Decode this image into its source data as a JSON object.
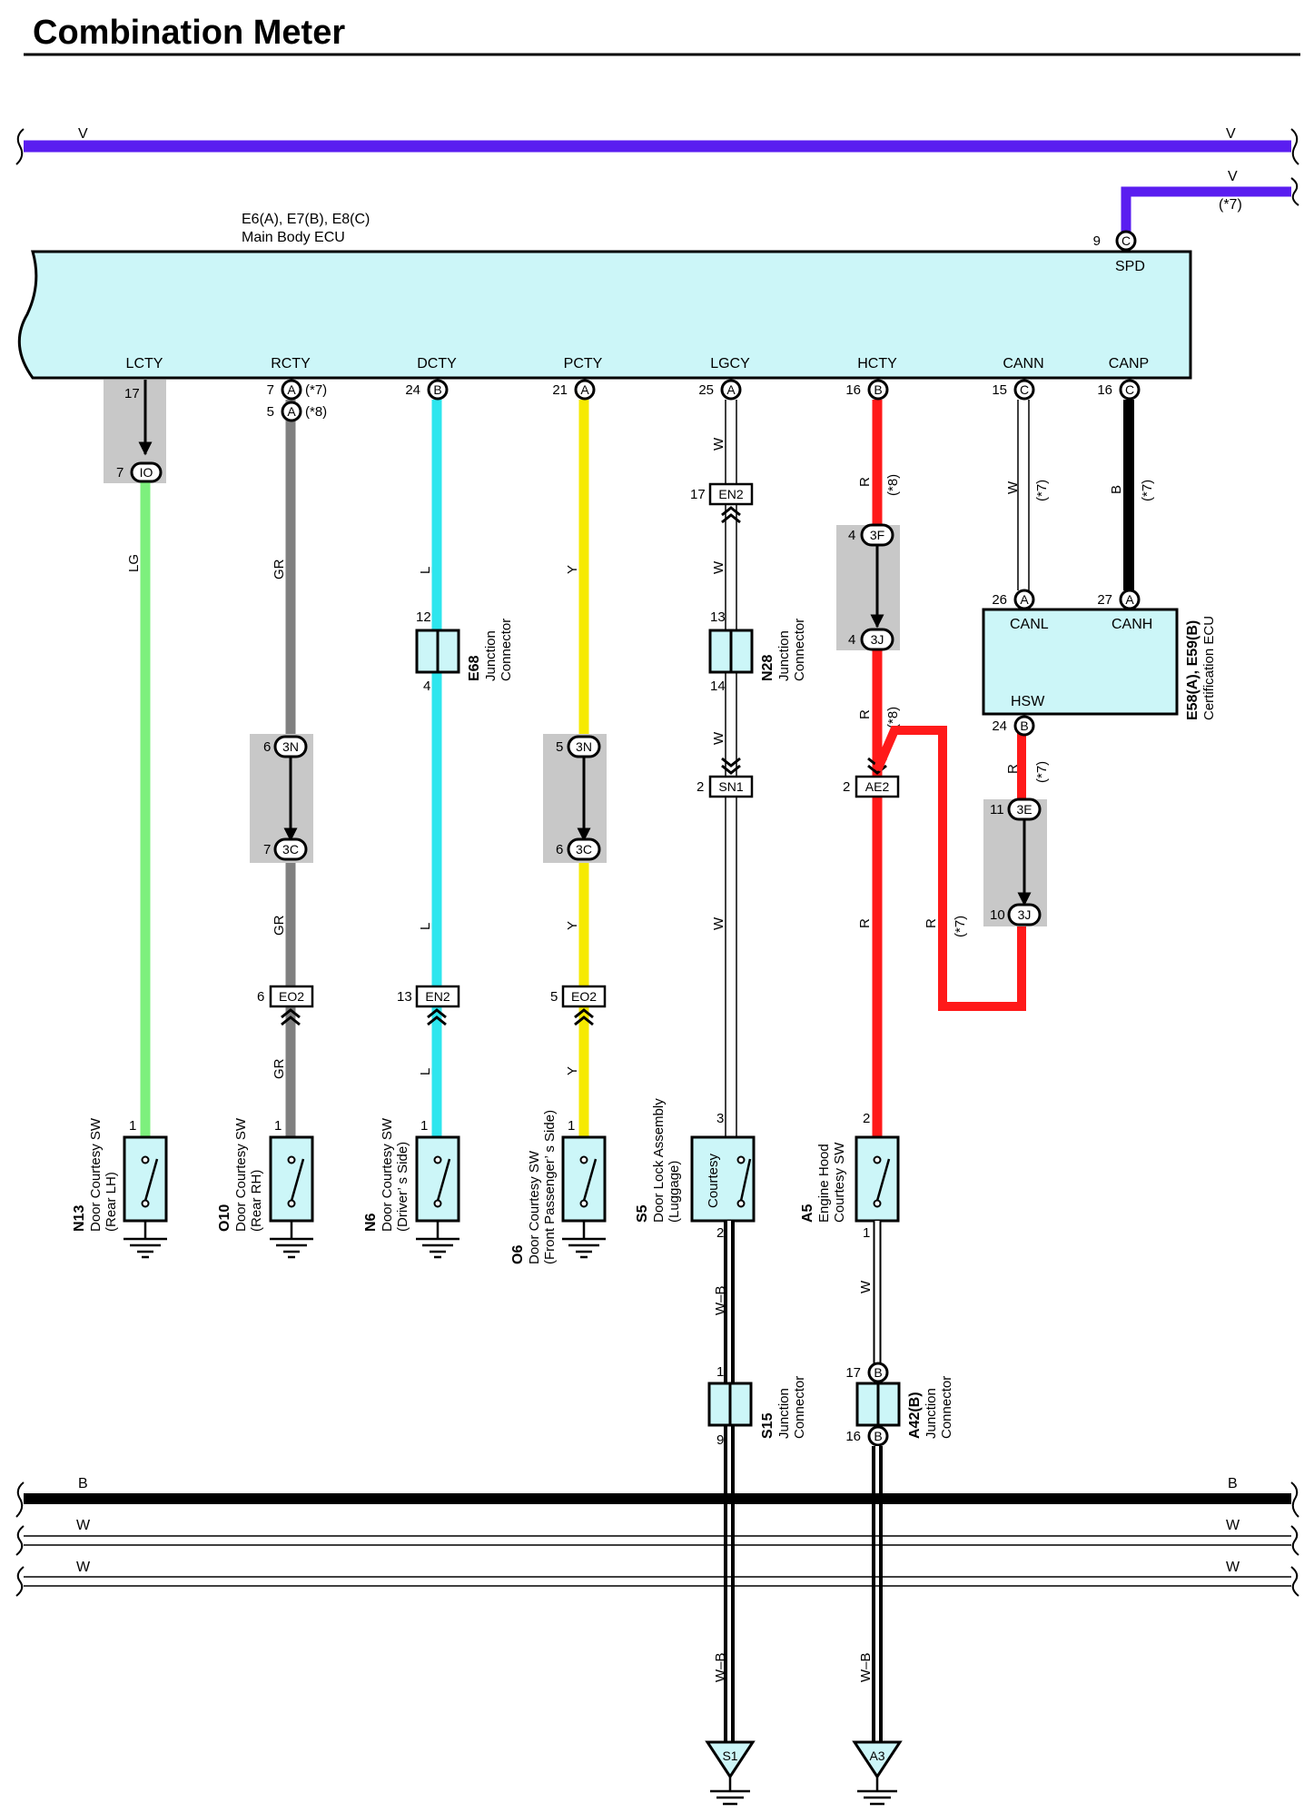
{
  "page": {
    "title": "Combination Meter"
  },
  "wire_colors": {
    "V": "#5a1ef0",
    "LG": "#7df07d",
    "GR": "#808080",
    "L": "#2ee6ee",
    "Y": "#f6ea00",
    "W": "#ffffff",
    "R": "#ff1a1a",
    "B": "#000000"
  },
  "bus": {
    "top_v_left": "V",
    "top_v_right": "V",
    "spd_v": "V",
    "spd_note": "(*7)",
    "b_left": "B",
    "b_right": "B",
    "w1_left": "W",
    "w1_right": "W",
    "w2_left": "W",
    "w2_right": "W"
  },
  "main_ecu": {
    "codes": "E6(A), E7(B), E8(C)",
    "name": "Main Body ECU",
    "spd": {
      "label": "SPD",
      "pin": "9",
      "conn": "C"
    },
    "pins": [
      {
        "name": "LCTY",
        "pin": "17",
        "conn": ""
      },
      {
        "name": "RCTY",
        "pin": "7",
        "conn": "A",
        "note": "(*7)",
        "pin2": "5",
        "conn2": "A",
        "note2": "(*8)"
      },
      {
        "name": "DCTY",
        "pin": "24",
        "conn": "B"
      },
      {
        "name": "PCTY",
        "pin": "21",
        "conn": "A"
      },
      {
        "name": "LGCY",
        "pin": "25",
        "conn": "A"
      },
      {
        "name": "HCTY",
        "pin": "16",
        "conn": "B"
      },
      {
        "name": "CANN",
        "pin": "15",
        "conn": "C"
      },
      {
        "name": "CANP",
        "pin": "16",
        "conn": "C"
      }
    ]
  },
  "cert_ecu": {
    "codes": "E58(A), E59(B)",
    "name": "Certification ECU",
    "canl": {
      "label": "CANL",
      "pin": "26",
      "conn": "A"
    },
    "canh": {
      "label": "CANH",
      "pin": "27",
      "conn": "A"
    },
    "hsw": {
      "label": "HSW",
      "pin": "24",
      "conn": "B"
    }
  },
  "wire_labels": {
    "lcty_lg": "LG",
    "rcty_gr1": "GR",
    "rcty_gr2": "GR",
    "rcty_gr3": "GR",
    "dcty_l1": "L",
    "dcty_l2": "L",
    "dcty_l3": "L",
    "pcty_y1": "Y",
    "pcty_y2": "Y",
    "pcty_y3": "Y",
    "lgcy_w1": "W",
    "lgcy_w2": "W",
    "lgcy_w3": "W",
    "lgcy_w4": "W",
    "lgcy_wb1": "W–B",
    "lgcy_wb2": "W–B",
    "hcty_r1": "R",
    "hcty_r1_note": "(*8)",
    "hcty_r2": "R",
    "hcty_r2_note": "(*8)",
    "hcty_r3": "R",
    "hcty_r4": "R",
    "hcty_r4_note": "(*7)",
    "hcty_w": "W",
    "hcty_wb": "W–B",
    "cann_w": "W",
    "cann_note": "(*7)",
    "canp_b": "B",
    "canp_note": "(*7)",
    "hsw_r": "R",
    "hsw_note": "(*7)"
  },
  "inline": {
    "lcty_io": {
      "pin": "7",
      "label": "IO"
    },
    "rcty_3n": {
      "pin": "6",
      "label": "3N"
    },
    "rcty_3c": {
      "pin": "7",
      "label": "3C"
    },
    "rcty_eo2": {
      "pin": "6",
      "label": "EO2"
    },
    "dcty_en2": {
      "pin": "13",
      "label": "EN2"
    },
    "pcty_3n": {
      "pin": "5",
      "label": "3N"
    },
    "pcty_3c": {
      "pin": "6",
      "label": "3C"
    },
    "pcty_eo2": {
      "pin": "5",
      "label": "EO2"
    },
    "lgcy_en2": {
      "pin": "17",
      "label": "EN2"
    },
    "lgcy_sn1": {
      "pin": "2",
      "label": "SN1"
    },
    "hcty_3f": {
      "pin": "4",
      "label": "3F"
    },
    "hcty_3j": {
      "pin": "4",
      "label": "3J"
    },
    "hcty_ae2": {
      "pin": "2",
      "label": "AE2"
    },
    "hsw_3e": {
      "pin": "11",
      "label": "3E"
    },
    "hsw_3j": {
      "pin": "10",
      "label": "3J"
    }
  },
  "junctions": {
    "e68": {
      "code": "E68",
      "name1": "Junction",
      "name2": "Connector",
      "pin_top": "12",
      "pin_bottom": "4"
    },
    "n28": {
      "code": "N28",
      "name1": "Junction",
      "name2": "Connector",
      "pin_top": "13",
      "pin_bottom": "14"
    },
    "s15": {
      "code": "S15",
      "name1": "Junction",
      "name2": "Connector",
      "pin_top": "1",
      "pin_bottom": "9"
    },
    "a42": {
      "code": "A42(B)",
      "name1": "Junction",
      "name2": "Connector",
      "pin_top": "17",
      "pin_bottom": "16",
      "conn": "B"
    }
  },
  "switches": {
    "n13": {
      "code": "N13",
      "line1": "Door Courtesy SW",
      "line2": "(Rear LH)",
      "pin": "1"
    },
    "o10": {
      "code": "O10",
      "line1": "Door Courtesy SW",
      "line2": "(Rear RH)",
      "pin": "1"
    },
    "n6": {
      "code": "N6",
      "line1": "Door Courtesy SW",
      "line2": "(Driver’ s Side)",
      "pin": "1"
    },
    "o6": {
      "code": "O6",
      "line1": "Door Courtesy SW",
      "line2": "(Front Passenger’ s Side)",
      "pin": "1"
    },
    "s5": {
      "code": "S5",
      "line1": "Door Lock Assembly",
      "line2": "(Luggage)",
      "inner": "Courtesy",
      "pin_top": "3",
      "pin_bottom": "2"
    },
    "a5": {
      "code": "A5",
      "line1": "Engine Hood",
      "line2": "Courtesy SW",
      "pin_top": "2",
      "pin_bottom": "1"
    }
  },
  "grounds": {
    "s1": "S1",
    "a3": "A3"
  }
}
